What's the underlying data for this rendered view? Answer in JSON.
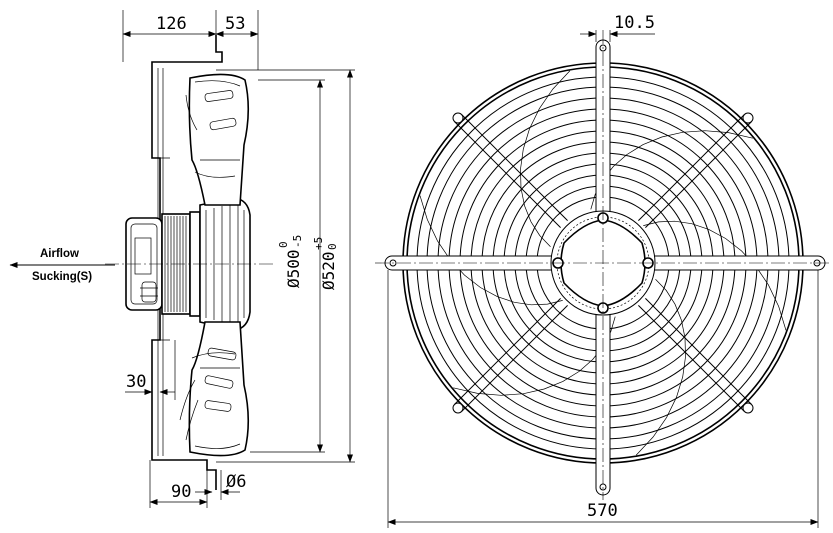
{
  "side_view": {
    "dim_126": "126",
    "dim_53": "53",
    "dim_30": "30",
    "dim_90": "90",
    "dim_phi6": "Ø6",
    "dim_phi500": "Ø500",
    "tol_500_upper": "0",
    "tol_500_lower": "-5",
    "dim_phi520": "Ø520",
    "tol_520_upper": "+5",
    "tol_520_lower": "0"
  },
  "airflow": {
    "label": "Airflow",
    "mode": "Sucking(S)"
  },
  "front_view": {
    "dim_10_5": "10.5",
    "dim_570": "570"
  }
}
